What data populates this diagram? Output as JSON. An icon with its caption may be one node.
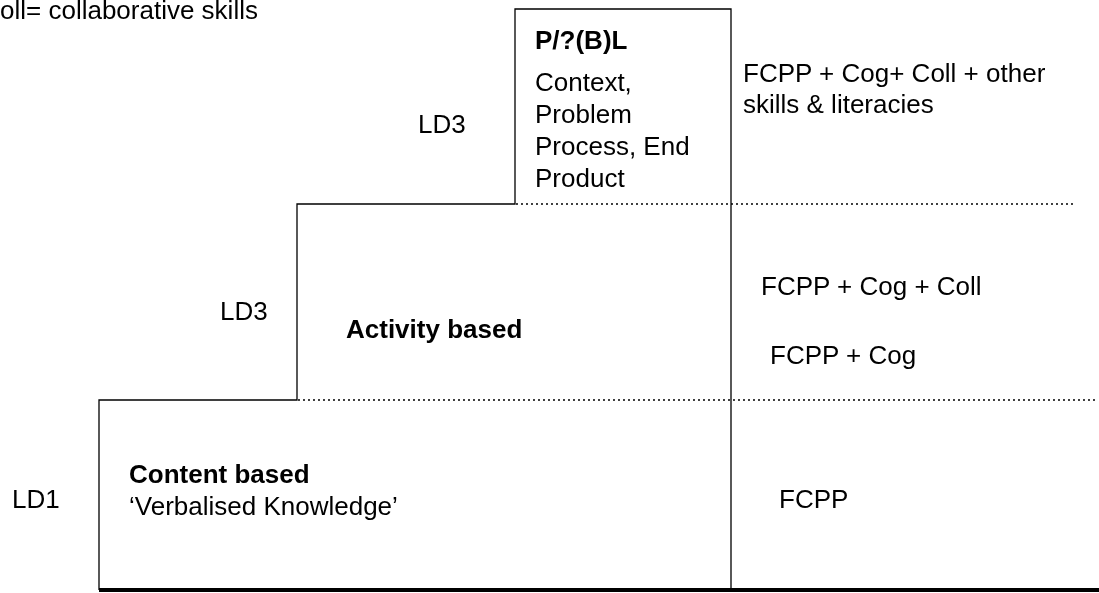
{
  "diagram": {
    "nodes": [
      {
        "text": [
          "P/?(B)L",
          "Context, Problem Process, End Product"
        ]
      },
      {
        "text": [
          "Activity based"
        ]
      },
      {
        "text": [
          "Content based",
          "‘Verbalised Knowledge’"
        ]
      }
    ],
    "labels": [
      "oll= collaborative skills",
      "LD3",
      "FCPP + Cog+ Coll + other skills & literacies",
      "LD3",
      "FCPP + Cog + Coll",
      "FCPP + Cog",
      "LD1",
      "FCPP"
    ]
  }
}
